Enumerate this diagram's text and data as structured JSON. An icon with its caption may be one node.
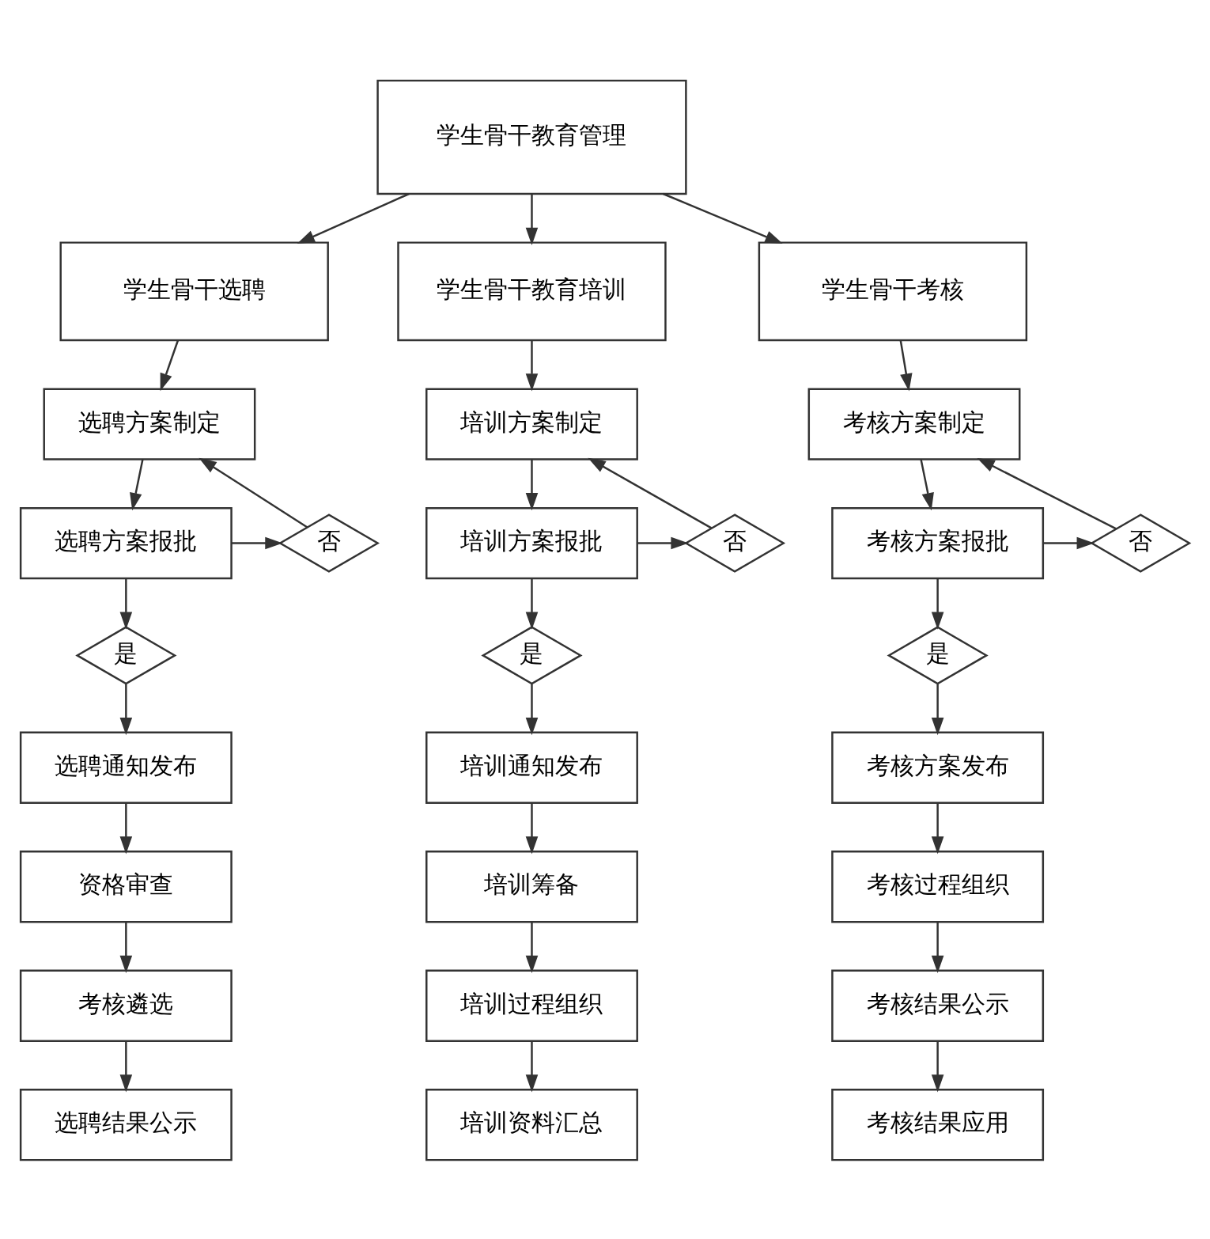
{
  "diagram": {
    "nodes": [
      {
        "text": [
          "学生骨干教育管理"
        ]
      },
      {
        "text": [
          "学生骨干选聘"
        ]
      },
      {
        "text": [
          "学生骨干教育培训"
        ]
      },
      {
        "text": [
          "学生骨干考核"
        ]
      },
      {
        "text": [
          "选聘方案制定"
        ]
      },
      {
        "text": [
          "选聘方案报批"
        ]
      },
      {
        "text": [
          "否"
        ]
      },
      {
        "text": [
          "是"
        ]
      },
      {
        "text": [
          "选聘通知发布"
        ]
      },
      {
        "text": [
          "资格审查"
        ]
      },
      {
        "text": [
          "考核遴选"
        ]
      },
      {
        "text": [
          "选聘结果公示"
        ]
      },
      {
        "text": [
          "培训方案制定"
        ]
      },
      {
        "text": [
          "培训方案报批"
        ]
      },
      {
        "text": [
          "否"
        ]
      },
      {
        "text": [
          "是"
        ]
      },
      {
        "text": [
          "培训通知发布"
        ]
      },
      {
        "text": [
          "培训筹备"
        ]
      },
      {
        "text": [
          "培训过程组织"
        ]
      },
      {
        "text": [
          "培训资料汇总"
        ]
      },
      {
        "text": [
          "考核方案制定"
        ]
      },
      {
        "text": [
          "考核方案报批"
        ]
      },
      {
        "text": [
          "否"
        ]
      },
      {
        "text": [
          "是"
        ]
      },
      {
        "text": [
          "考核方案发布"
        ]
      },
      {
        "text": [
          "考核过程组织"
        ]
      },
      {
        "text": [
          "考核结果公示"
        ]
      },
      {
        "text": [
          "考核结果应用"
        ]
      }
    ],
    "edges": [
      {
        "from": 0,
        "to": 1,
        "arrow": "to"
      },
      {
        "from": 0,
        "to": 2,
        "arrow": "to"
      },
      {
        "from": 0,
        "to": 3,
        "arrow": "to"
      },
      {
        "from": 1,
        "to": 4,
        "arrow": "to"
      },
      {
        "from": 4,
        "to": 5,
        "arrow": "to"
      },
      {
        "from": 5,
        "to": 6,
        "arrow": "to"
      },
      {
        "from": 6,
        "to": 4,
        "arrow": "to"
      },
      {
        "from": 5,
        "to": 7,
        "arrow": "to"
      },
      {
        "from": 7,
        "to": 8,
        "arrow": "to"
      },
      {
        "from": 8,
        "to": 9,
        "arrow": "to"
      },
      {
        "from": 9,
        "to": 10,
        "arrow": "to"
      },
      {
        "from": 10,
        "to": 11,
        "arrow": "to"
      },
      {
        "from": 2,
        "to": 12,
        "arrow": "to"
      },
      {
        "from": 12,
        "to": 13,
        "arrow": "to"
      },
      {
        "from": 13,
        "to": 14,
        "arrow": "to"
      },
      {
        "from": 14,
        "to": 12,
        "arrow": "to"
      },
      {
        "from": 13,
        "to": 15,
        "arrow": "to"
      },
      {
        "from": 15,
        "to": 16,
        "arrow": "to"
      },
      {
        "from": 16,
        "to": 17,
        "arrow": "to"
      },
      {
        "from": 17,
        "to": 18,
        "arrow": "to"
      },
      {
        "from": 18,
        "to": 19,
        "arrow": "to"
      },
      {
        "from": 3,
        "to": 20,
        "arrow": "to"
      },
      {
        "from": 20,
        "to": 21,
        "arrow": "to"
      },
      {
        "from": 21,
        "to": 22,
        "arrow": "to"
      },
      {
        "from": 22,
        "to": 20,
        "arrow": "to"
      },
      {
        "from": 21,
        "to": 23,
        "arrow": "to"
      },
      {
        "from": 23,
        "to": 24,
        "arrow": "to"
      },
      {
        "from": 24,
        "to": 25,
        "arrow": "to"
      },
      {
        "from": 25,
        "to": 26,
        "arrow": "to"
      },
      {
        "from": 26,
        "to": 27,
        "arrow": "to"
      }
    ]
  }
}
